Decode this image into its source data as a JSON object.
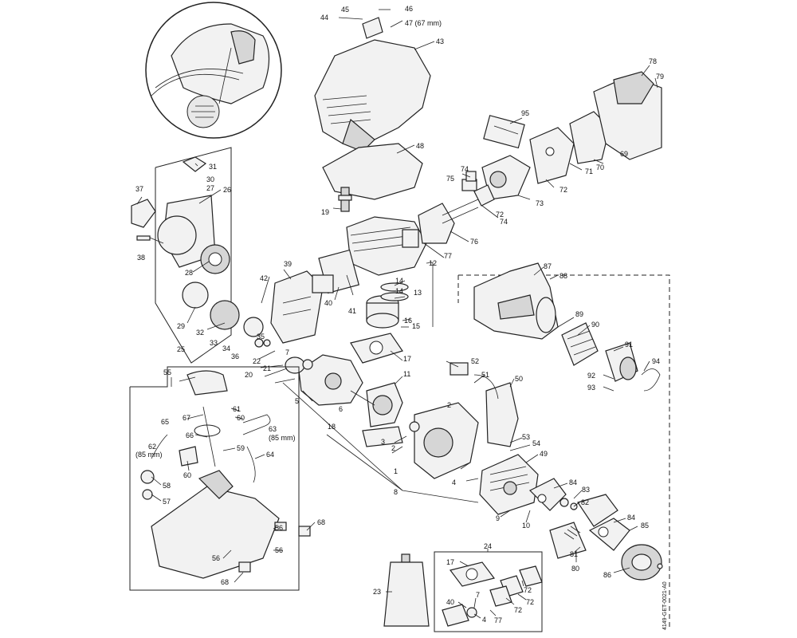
{
  "labels": {
    "p1": "1",
    "p2": "2",
    "p3": "3",
    "p4": "4",
    "p5": "5",
    "p6": "6",
    "p7": "7",
    "p8": "8",
    "p9": "9",
    "p10": "10",
    "p11": "11",
    "p12": "12",
    "p13": "13",
    "p14": "14",
    "p15": "15",
    "p16": "16",
    "p17": "17",
    "p18": "18",
    "p19": "19",
    "p20": "20",
    "p21": "21",
    "p22": "22",
    "p23": "23",
    "p24": "24",
    "p25": "25",
    "p26": "26",
    "p27": "27",
    "p28": "28",
    "p29": "29",
    "p30": "30",
    "p31": "31",
    "p32": "32",
    "p33": "33",
    "p34": "34",
    "p35": "35",
    "p36": "36",
    "p37": "37",
    "p38": "38",
    "p39": "39",
    "p40": "40",
    "p41": "41",
    "p42": "42",
    "p43": "43",
    "p44": "44",
    "p45": "45",
    "p46": "46",
    "p47": "47 (67 mm)",
    "p48": "48",
    "p49": "49",
    "p50": "50",
    "p51": "51",
    "p52": "52",
    "p53": "53",
    "p54": "54",
    "p55": "55",
    "p56": "56",
    "p57": "57",
    "p58": "58",
    "p59": "59",
    "p60": "60",
    "p61": "61",
    "p62": "62",
    "p62_len": "(85 mm)",
    "p63": "63",
    "p63_len": "(85 mm)",
    "p64": "64",
    "p65": "65",
    "p66": "66",
    "p67": "67",
    "p68": "68",
    "p69": "69",
    "p70": "70",
    "p71": "71",
    "p72": "72",
    "p73": "73",
    "p74": "74",
    "p75": "75",
    "p76": "76",
    "p77": "77",
    "p78": "78",
    "p79": "79",
    "p80": "80",
    "p81": "81",
    "p82": "82",
    "p83": "83",
    "p84": "84",
    "p85": "85",
    "p86": "86",
    "p87": "87",
    "p88": "88",
    "p89": "89",
    "p90": "90",
    "p91": "91",
    "p92": "92",
    "p93": "93",
    "p94": "94",
    "p95": "95",
    "kit17": "17",
    "kit72a": "72",
    "kit72b": "72",
    "kit72c": "72",
    "kit40": "40",
    "kit7": "7",
    "kit4": "4",
    "kit77": "77"
  },
  "drawing_code": "4149-GET-0021-A0"
}
